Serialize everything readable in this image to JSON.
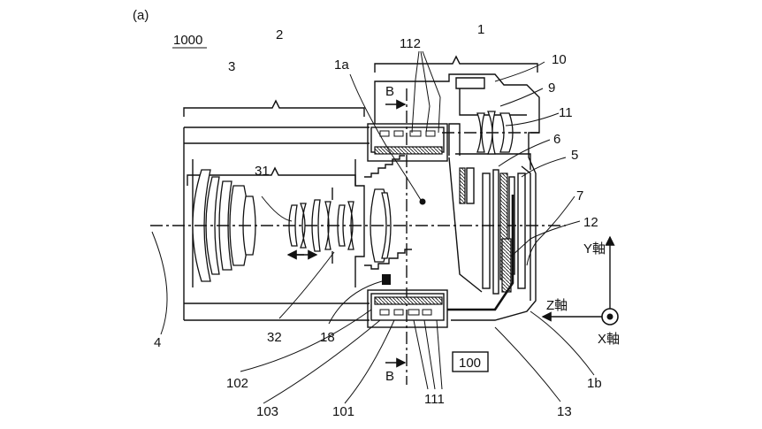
{
  "figure_label": "(a)",
  "device_label": "1000",
  "labels": {
    "n1": "1",
    "n1a": "1a",
    "n1b": "1b",
    "n2": "2",
    "n3": "3",
    "n4": "4",
    "n5": "5",
    "n6": "6",
    "n7": "7",
    "n9": "9",
    "n10": "10",
    "n11": "11",
    "n12": "12",
    "n13": "13",
    "n18": "18",
    "n31": "31",
    "n32": "32",
    "n100": "100",
    "n101": "101",
    "n102": "102",
    "n103": "103",
    "n111": "111",
    "n112": "112",
    "section_top": "B",
    "section_bottom": "B"
  },
  "axes": {
    "y": "Y軸",
    "z": "Z軸",
    "x": "X軸"
  }
}
